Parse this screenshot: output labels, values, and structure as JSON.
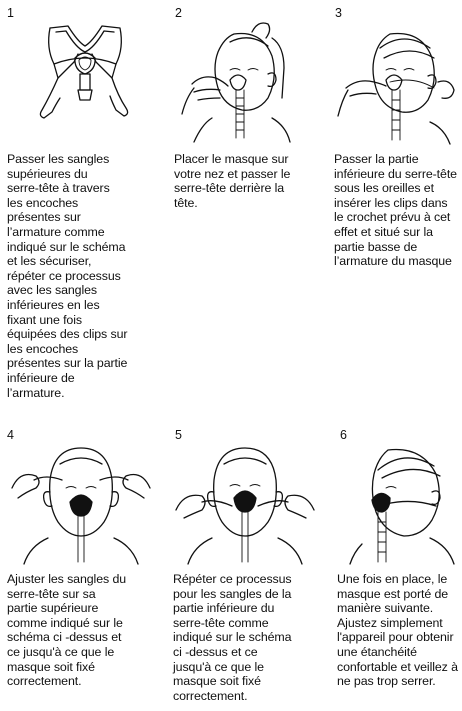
{
  "steps": [
    {
      "number": "1",
      "text": "Passer les sangles\nsupérieures du\nserre-tête à travers\nles encoches\nprésentes sur\nl’armature comme\nindiqué sur le schéma\net les sécuriser,\nrépéter ce processus\navec les sangles\ninférieures en les\nfixant une fois\néquipées des clips sur\nles encoches\nprésentes sur la partie\ninférieure de\nl’armature."
    },
    {
      "number": "2",
      "text": "Placer le masque sur\nvotre nez et passer le\nserre-tête derrière la\ntête."
    },
    {
      "number": "3",
      "text": "Passer la partie\ninférieure du serre-tête\nsous les oreilles et\ninsérer les clips dans\nle crochet prévu à cet\neffet et situé sur la\npartie basse de\nl’armature du masque"
    },
    {
      "number": "4",
      "text": "Ajuster les sangles du\nserre-tête sur sa\npartie supérieure\ncomme indiqué sur le\nschéma ci -dessus et\nce jusqu'à ce que le\nmasque soit fixé\ncorrectement."
    },
    {
      "number": "5",
      "text": "Répéter ce processus\npour les sangles de la\npartie inférieure du\nserre-tête comme\nindiqué sur le schéma\nci -dessus et ce\njusqu'à ce que le\nmasque soit fixé\ncorrectement."
    },
    {
      "number": "6",
      "text": "Une fois en place, le\nmasque est porté de\nmanière suivante.\nAjustez simplement\nl'appareil pour obtenir\nune étanchéité\nconfortable et veillez à\nne pas trop serrer."
    }
  ]
}
